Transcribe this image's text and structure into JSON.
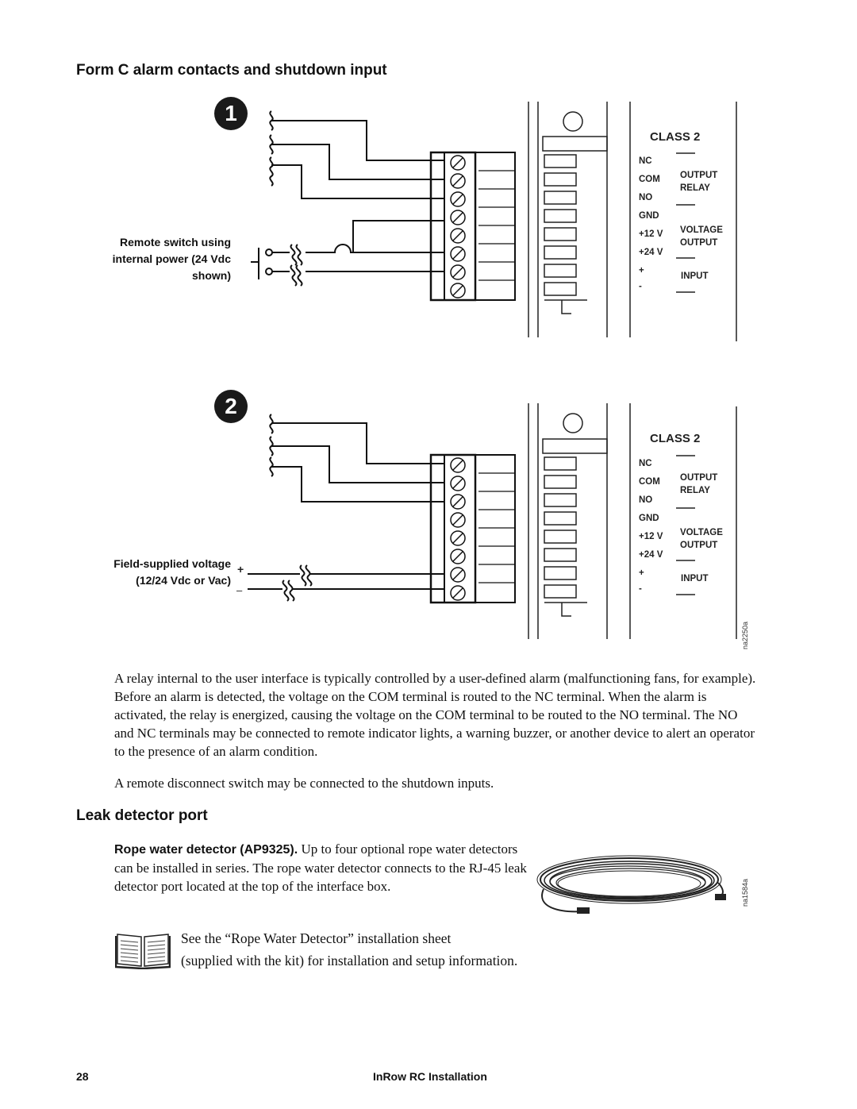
{
  "headings": {
    "form_c": "Form C alarm contacts and shutdown input",
    "leak": "Leak detector port"
  },
  "diagram1": {
    "step_number": "1",
    "label_line1": "Remote switch using",
    "label_line2": "internal power (24 Vdc",
    "label_line3": "shown)"
  },
  "diagram2": {
    "step_number": "2",
    "label_line1": "Field-supplied voltage",
    "label_line2": "(12/24 Vdc or Vac)",
    "plus": "+",
    "minus": "–",
    "figure_id": "na2250a"
  },
  "panel": {
    "class": "CLASS 2",
    "terminals": [
      "NC",
      "COM",
      "NO",
      "GND",
      "+12 V",
      "+24 V",
      "+",
      "-"
    ],
    "group_output_relay_1": "OUTPUT",
    "group_output_relay_2": "RELAY",
    "group_voltage_output_1": "VOLTAGE",
    "group_voltage_output_2": "OUTPUT",
    "group_input": "INPUT"
  },
  "paragraphs": {
    "relay": "A relay internal to the user interface is typically controlled by a user-defined alarm (malfunctioning fans, for example). Before an alarm is detected, the voltage on the COM terminal is routed to the NC terminal. When the alarm is activated, the relay is energized, causing the voltage on the COM terminal to be routed to the NO terminal. The NO and NC terminals may be connected to remote indicator lights, a warning buzzer, or another device to alert an operator to the presence of an alarm condition.",
    "disconnect": "A remote disconnect switch may be connected to the shutdown inputs."
  },
  "leak": {
    "rope_title": "Rope water detector (AP9325).",
    "rope_text": " Up to four optional rope water detectors can be installed in series. The rope water detector connects to the RJ-45 leak detector port located at the top of the interface box.",
    "figure_id": "na1584a",
    "note_line1": "See the “Rope Water Detector” installation sheet",
    "note_line2": "(supplied with the kit) for installation and setup information."
  },
  "footer": {
    "page_number": "28",
    "title": "InRow RC Installation"
  }
}
